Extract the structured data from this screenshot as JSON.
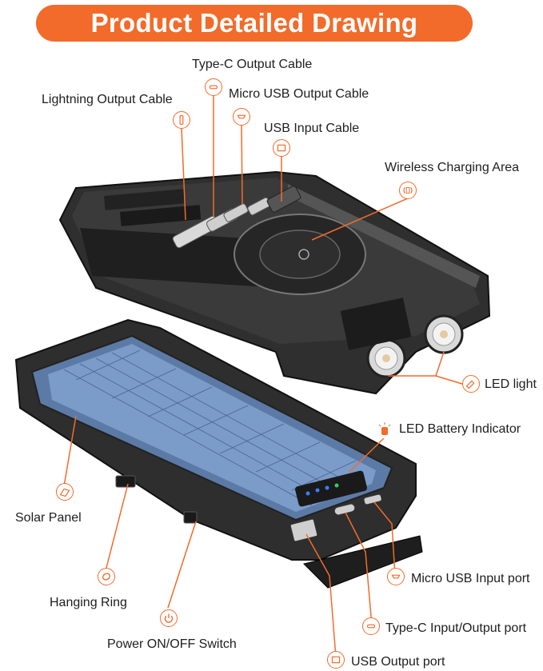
{
  "title": "Product Detailed Drawing",
  "labels": {
    "type_c_output_cable": "Type-C Output Cable",
    "micro_usb_output_cable": "Micro USB Output Cable",
    "lightning_output_cable": "Lightning Output Cable",
    "usb_input_cable": "USB Input Cable",
    "wireless_charging_area": "Wireless Charging Area",
    "led_light": "LED light",
    "led_battery_indicator": "LED Battery Indicator",
    "solar_panel": "Solar Panel",
    "hanging_ring": "Hanging Ring",
    "power_switch": "Power ON/OFF Switch",
    "micro_usb_input_port": "Micro USB Input port",
    "type_c_io_port": "Type-C Input/Output port",
    "usb_output_port": "USB Output port"
  },
  "colors": {
    "accent": "#f26b2a",
    "device": "#2b2b2b",
    "solar": "#6f8fb8"
  },
  "icons": [
    "type-c-icon",
    "micro-usb-icon",
    "lightning-icon",
    "usb-icon",
    "wireless-icon",
    "flashlight-icon",
    "battery-led-icon",
    "solar-icon",
    "ring-icon",
    "power-icon",
    "micro-usb-port-icon",
    "type-c-port-icon",
    "usb-port-icon"
  ]
}
